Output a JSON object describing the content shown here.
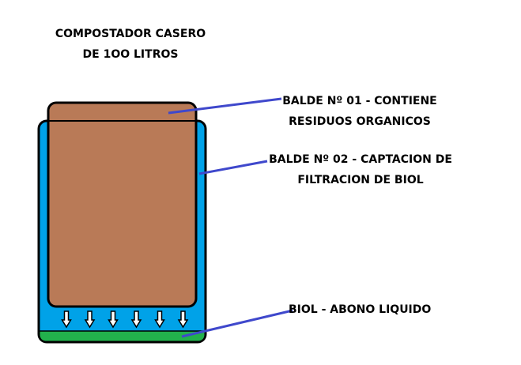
{
  "title": {
    "line1": "COMPOSTADOR CASERO",
    "line2": "DE 1OO LITROS"
  },
  "labels": {
    "balde1_line1": "BALDE Nº 01 - CONTIENE",
    "balde1_line2": "RESIDUOS ORGANICOS",
    "balde2_line1": "BALDE Nº 02 - CAPTACION DE",
    "balde2_line2": "FILTRACION DE BIOL",
    "biol": "BIOL - ABONO  LIQUIDO"
  },
  "colors": {
    "compost": "#b97a57",
    "water": "#00a2e8",
    "biol": "#22b14c",
    "pointer": "#3f48cc",
    "outline": "#000000"
  },
  "drip_arrows": 6
}
